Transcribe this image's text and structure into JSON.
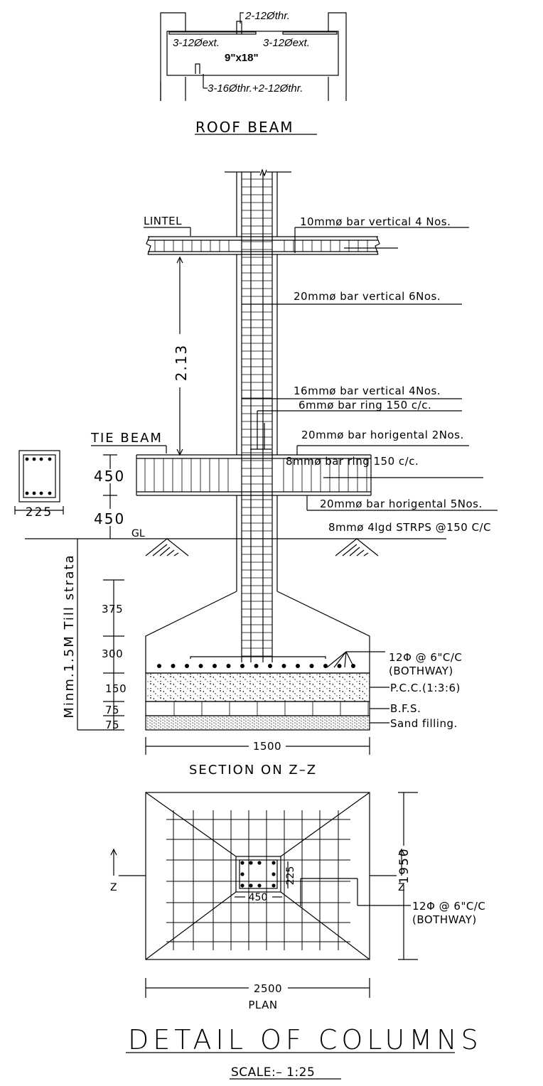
{
  "roof_beam": {
    "top_label": "2-12Øthr.",
    "left_label": "3-12Øext.",
    "right_label": "3-12Øext.",
    "size_label": "9\"x18\"",
    "bottom_label": "3-16Øthr.+2-12Øthr.",
    "title": "ROOF BEAM"
  },
  "elevation": {
    "lintel": "LINTEL",
    "lintel_note": "10mmø bar vertical 4 Nos.",
    "column_note": "20mmø bar vertical 6Nos.",
    "height": "2.13",
    "vert_note": "16mmø bar vertical 4Nos.",
    "ring_note": "6mmø bar ring 150 c/c.",
    "tie_beam": "TIE BEAM",
    "tie_top_note": "20mmø bar horigental 2Nos.",
    "tie_ring_note": "8mmø bar ring 150 c/c.",
    "tie_bottom_note": "20mmø bar horigental 5Nos.",
    "stirrup_note": "8mmø 4lgd STRPS @150 C/C",
    "dim_450_top": "450",
    "dim_450_bottom": "450",
    "tie_section_width": "225",
    "gl": "GL",
    "strata": "Minm.1.5M Till strata"
  },
  "footing": {
    "dim_375": "375",
    "dim_300": "300",
    "dim_150": "150",
    "dim_75a": "75",
    "dim_75b": "75",
    "bar_note": "12Φ @ 6\"C/C",
    "bar_note2": "(BOTHWAY)",
    "pcc": "P.C.C.(1:3:6)",
    "bfs": "B.F.S.",
    "sand": "Sand filling.",
    "width": "1500",
    "title": "SECTION ON Z–Z"
  },
  "plan": {
    "col_w": "450",
    "col_d": "225",
    "depth": "1950",
    "bar_note": "12Φ @ 6\"C/C",
    "bar_note2": "(BOTHWAY)",
    "z_left": "Z",
    "z_right": "Z",
    "width": "2500",
    "title": "PLAN"
  },
  "sheet": {
    "title": "DETAIL OF COLUMNS",
    "scale": "SCALE:– 1:25"
  }
}
